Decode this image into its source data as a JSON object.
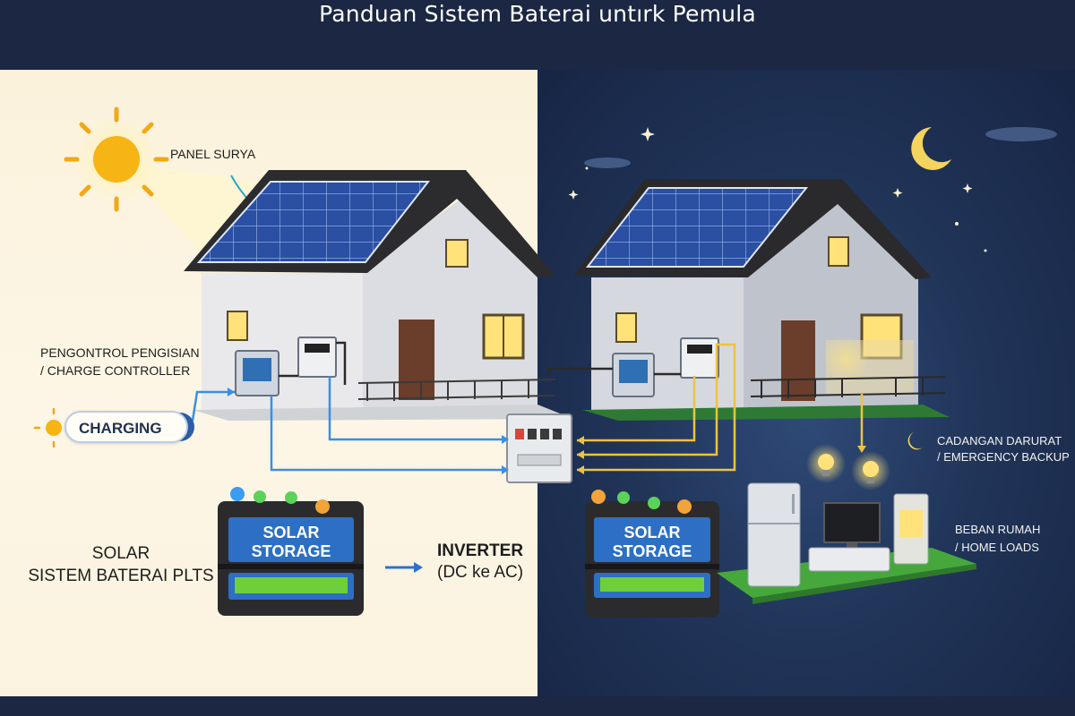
{
  "title": "Panduan Sistem Baterai untırk Pemula",
  "labels": {
    "panel_surya": "PANEL SURYA",
    "charge_controller_line1": "PENGONTROL PENGISIAN",
    "charge_controller_line2": "/ CHARGE CONTROLLER",
    "charging": "CHARGING",
    "system_line1": "SOLAR",
    "system_line2": "SISTEM BATERAI PLTS",
    "inverter_line1": "INVERTER",
    "inverter_line2": "(DC ke AC)",
    "backup_line1": "CADANGAN DARURAT",
    "backup_line2": "/ EMERGENCY BACKUP",
    "loads_line1": "BEBAN RUMAH",
    "loads_line2": "/ HOME LOADS"
  },
  "battery_day": {
    "line1": "SOLAR",
    "line2": "STORAGE"
  },
  "battery_night": {
    "line1": "SOLAR",
    "line2": "STORAGE"
  },
  "colors": {
    "day_background": "#fdf6e6",
    "night_background": "#213559",
    "dc_wire": "#3a8ee6",
    "ac_wire": "#f2c23a",
    "battery_label": "#2c6fc4",
    "battery_strip": "#6fcf3a"
  },
  "icons": [
    "sun-icon",
    "moon-icon",
    "star-icon",
    "lightbulb-icon",
    "arrow-right-icon",
    "refrigerator-icon",
    "television-icon"
  ]
}
